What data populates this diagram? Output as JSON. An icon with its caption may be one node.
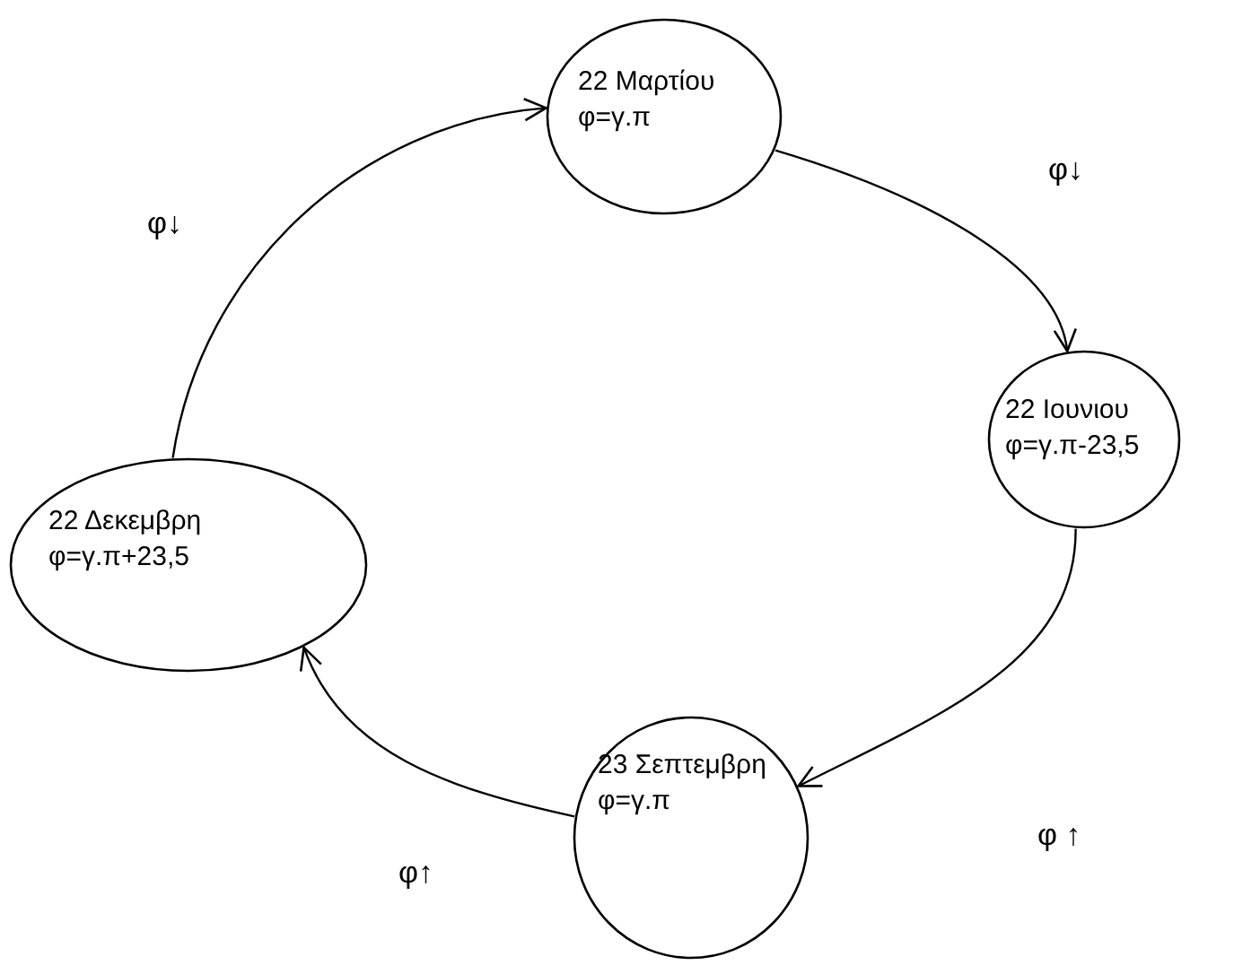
{
  "diagram": {
    "nodes": [
      {
        "text": [
          "22 Μαρτίου",
          "φ=γ.π"
        ]
      },
      {
        "text": [
          "22 Ιουνιου",
          "φ=γ.π-23,5"
        ]
      },
      {
        "text": [
          "23 Σεπτεμβρη",
          "φ=γ.π"
        ]
      },
      {
        "text": [
          "22 Δεκεμβρη",
          "φ=γ.π+23,5"
        ]
      }
    ],
    "edges": [
      {
        "from": 3,
        "to": 0,
        "arrow": "to"
      },
      {
        "from": 0,
        "to": 1,
        "arrow": "to"
      },
      {
        "from": 1,
        "to": 2,
        "arrow": "to"
      },
      {
        "from": 2,
        "to": 3,
        "arrow": "to"
      }
    ],
    "labels": [
      "φ↓",
      "φ↓",
      "φ ↑",
      "φ↑"
    ]
  }
}
